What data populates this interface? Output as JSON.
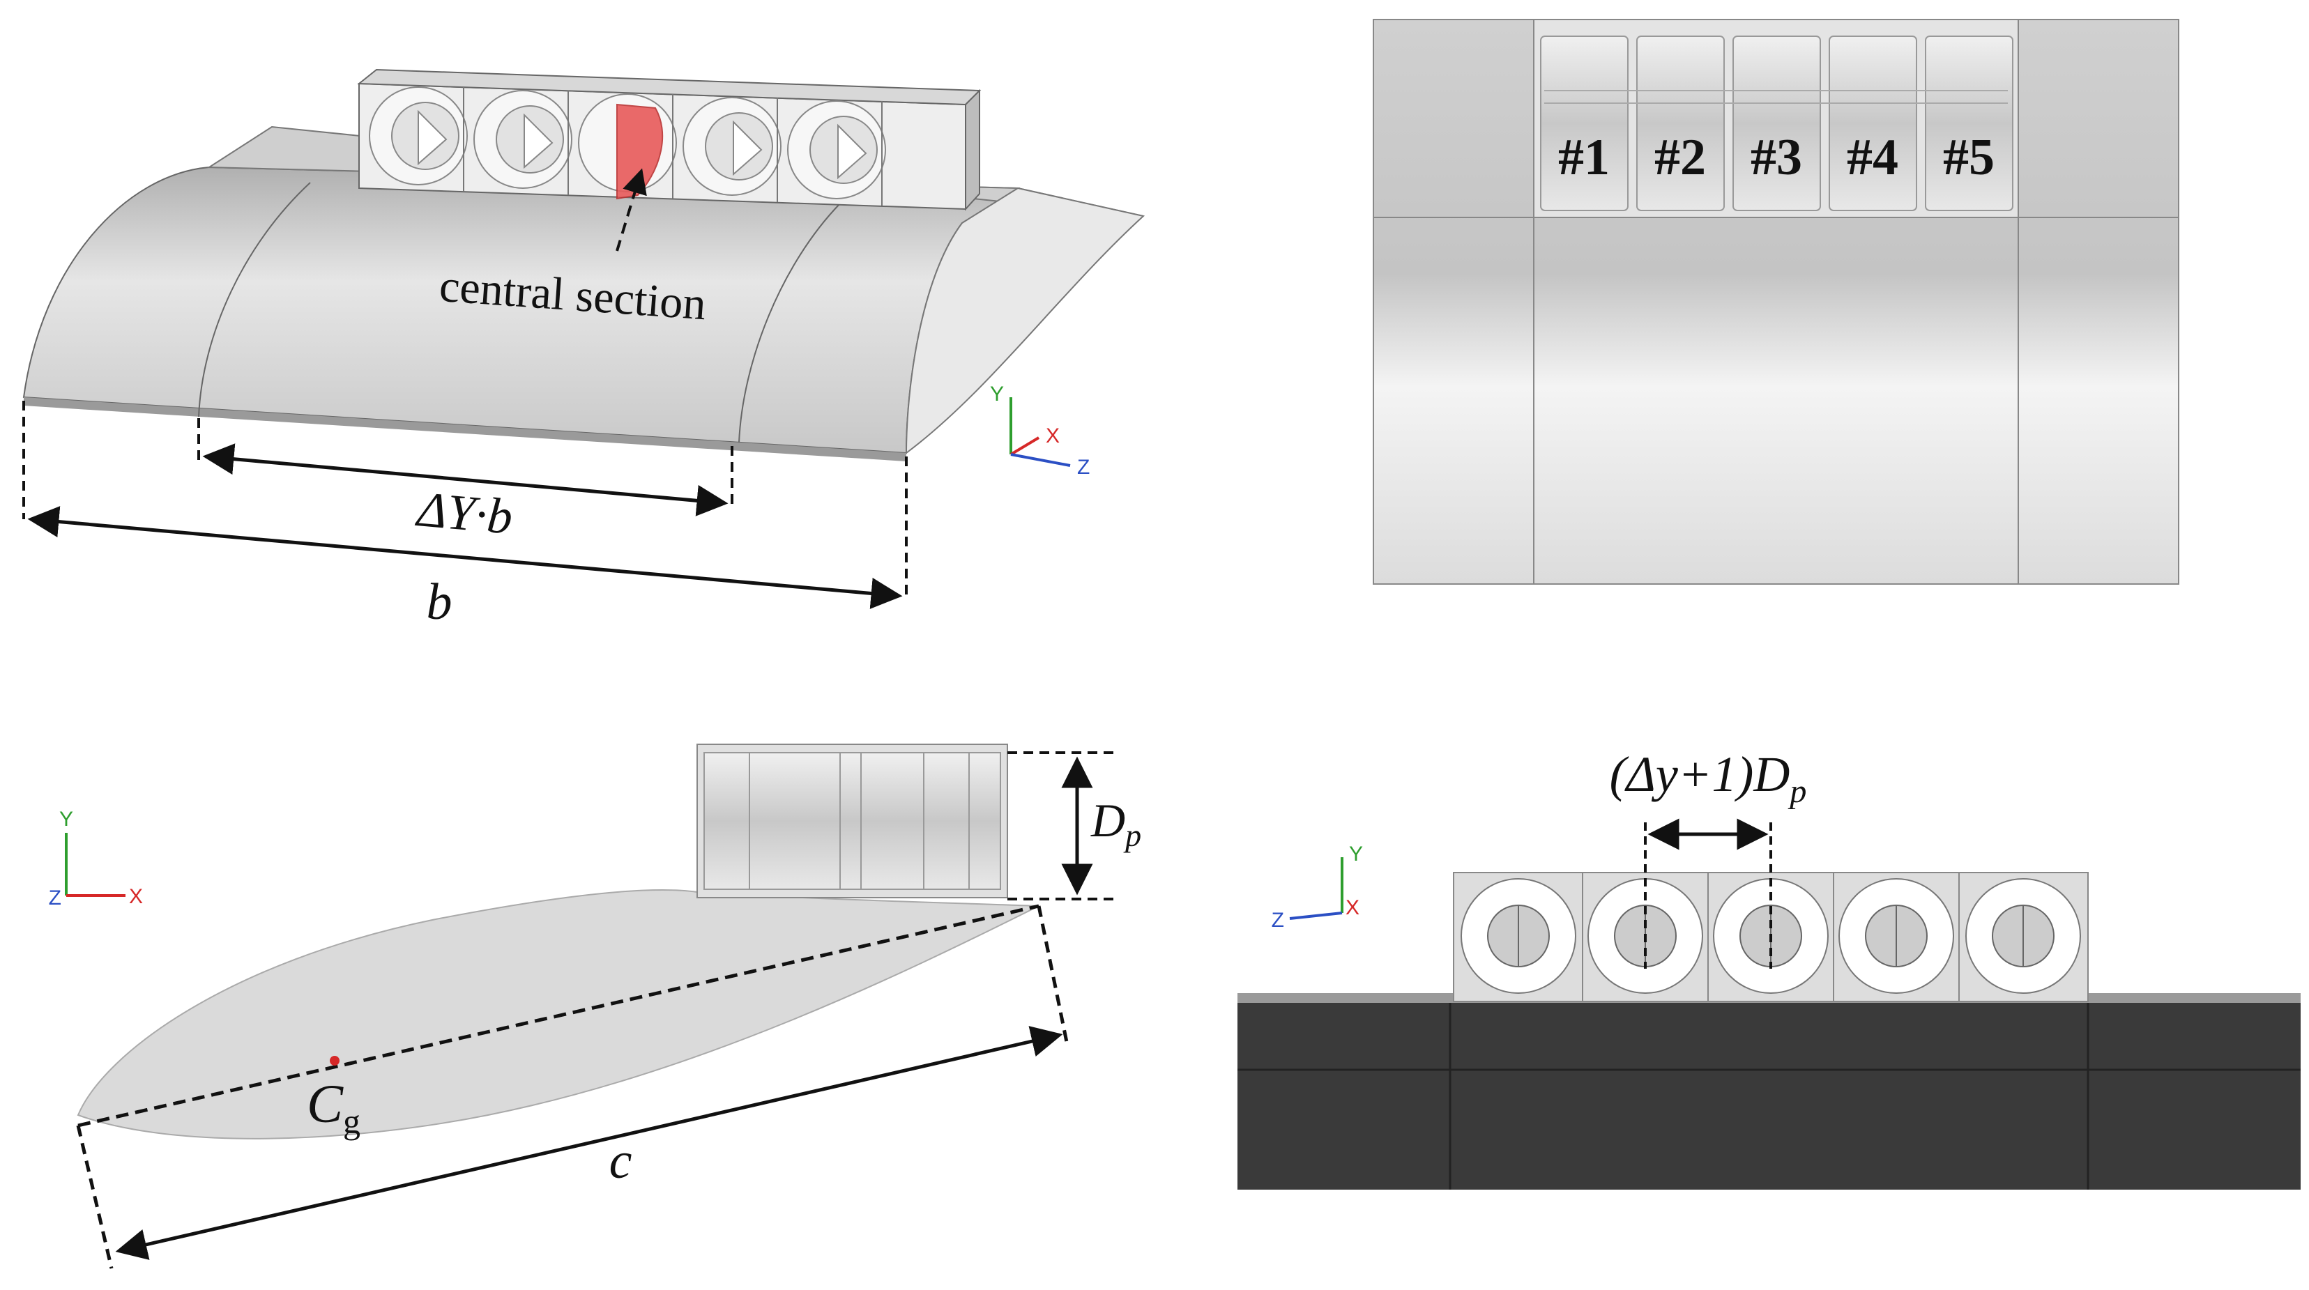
{
  "panel_iso": {
    "annotation": "central section",
    "span_section_label": "ΔY·b",
    "span_label": "b",
    "axes": {
      "y": "Y",
      "x": "X",
      "z": "Z"
    }
  },
  "panel_top": {
    "fans": [
      "#1",
      "#2",
      "#3",
      "#4",
      "#5"
    ]
  },
  "panel_side": {
    "diameter_label": {
      "main": "D",
      "sub": "p"
    },
    "chord_label": "c",
    "cg_label": {
      "main": "C",
      "sub": "g"
    },
    "axes": {
      "y": "Y",
      "z": "Z",
      "x": "X"
    }
  },
  "panel_front": {
    "spacing_label": {
      "main": "(Δy+1)D",
      "sub": "p"
    },
    "axes": {
      "y": "Y",
      "z": "Z",
      "x": "X"
    }
  },
  "colors": {
    "surface": "#d9d9d9",
    "surface_dark": "#b8b8b8",
    "edge": "#555555",
    "highlight_red": "#e85a5a",
    "axis_y": "#2e9e2e",
    "axis_x": "#d62828",
    "axis_z": "#2b4fc4",
    "ground_dark": "#3a3a3a"
  }
}
